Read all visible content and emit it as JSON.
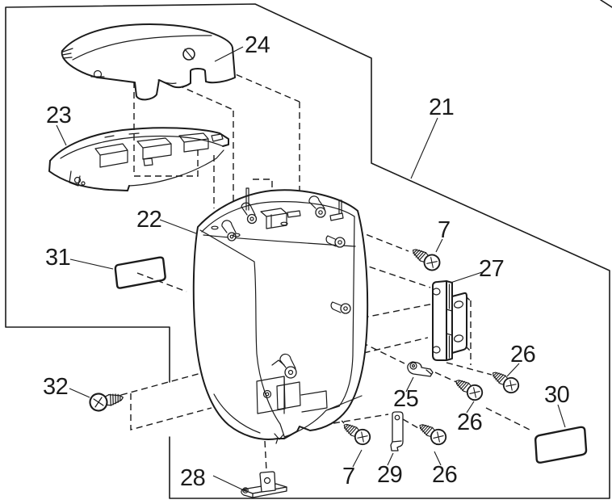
{
  "diagram": {
    "kind": "exploded-parts-diagram",
    "background": "#ffffff",
    "stroke_color": "#1b1b1b",
    "labels": {
      "screw_7": "7",
      "boundary_21": "21",
      "housing_22": "22",
      "base_ring_23": "23",
      "top_cover_24": "24",
      "latch_25": "25",
      "screw_26": "26",
      "hinge_27": "27",
      "bracket_28": "28",
      "strip_29": "29",
      "plate_30": "30",
      "plate_31": "31",
      "screw_32": "32"
    },
    "parts_index": [
      {
        "number": "7",
        "occurrences": 2
      },
      {
        "number": "21",
        "occurrences": 1
      },
      {
        "number": "22",
        "occurrences": 1
      },
      {
        "number": "23",
        "occurrences": 1
      },
      {
        "number": "24",
        "occurrences": 1
      },
      {
        "number": "25",
        "occurrences": 1
      },
      {
        "number": "26",
        "occurrences": 3
      },
      {
        "number": "27",
        "occurrences": 1
      },
      {
        "number": "28",
        "occurrences": 1
      },
      {
        "number": "29",
        "occurrences": 1
      },
      {
        "number": "30",
        "occurrences": 1
      },
      {
        "number": "31",
        "occurrences": 1
      },
      {
        "number": "32",
        "occurrences": 1
      }
    ]
  }
}
